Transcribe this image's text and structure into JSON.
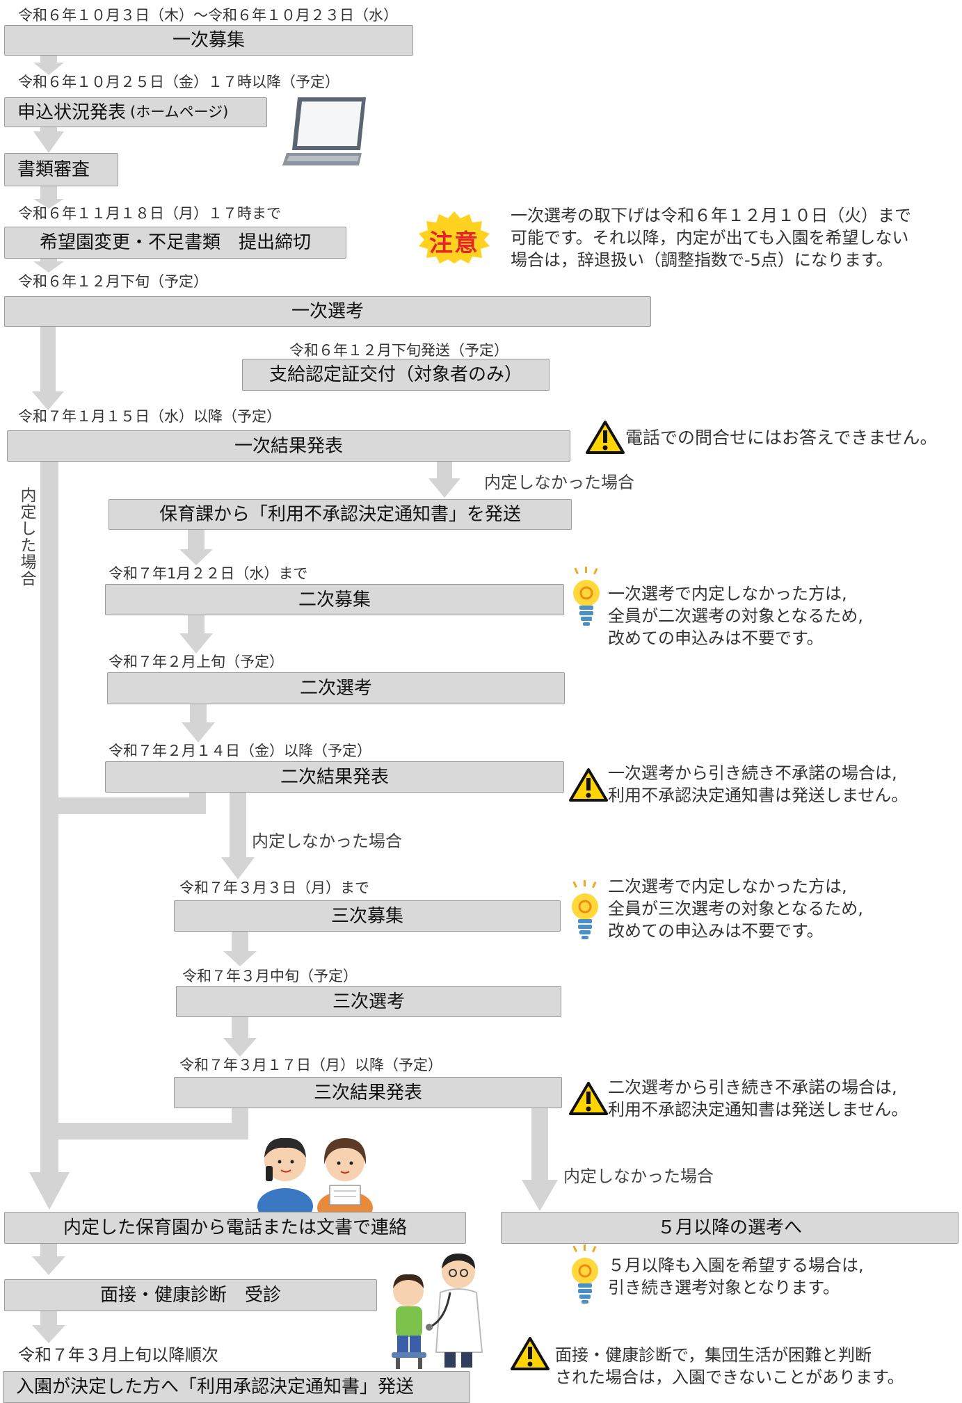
{
  "step1": {
    "date": "令和６年１０月３日（木）～令和６年１０月２３日（水）",
    "label": "一次募集"
  },
  "step2": {
    "date": "令和６年１０月２５日（金）１７時以降（予定）",
    "label": "申込状況発表",
    "sub": "(ホームページ)"
  },
  "step3": {
    "label": "書類審査"
  },
  "step4": {
    "date": "令和６年１１月１８日（月）１７時まで",
    "label": "希望園変更・不足書類　提出締切"
  },
  "caution": {
    "badge": "注意",
    "lines": [
      " 一次選考の取下げは令和６年１２月１０日（火）まで",
      "可能です。それ以降，内定が出ても入園を希望しない",
      "場合は，辞退扱い（調整指数で-5点）になります。"
    ]
  },
  "step5": {
    "date": "令和６年１２月下旬（予定）",
    "label": "一次選考"
  },
  "cert": {
    "date": "令和６年１２月下旬発送（予定）",
    "label": "支給認定証交付（対象者のみ）"
  },
  "step6": {
    "date": "令和７年１月１５日（水）以降（予定）",
    "label": "一次結果発表",
    "warning": "電話での問合せにはお答えできません。"
  },
  "not_selected_1": "内定しなかった場合",
  "selected_label": "内定した場合",
  "notice": {
    "label": "保育課から「利用不承認決定通知書」を発送"
  },
  "step7": {
    "date": "令和７年1月２２日（水）まで",
    "label": "二次募集",
    "tip": [
      "一次選考で内定しなかった方は,",
      "全員が二次選考の対象となるため,",
      "改めての申込みは不要です。"
    ]
  },
  "step8": {
    "date": "令和７年２月上旬（予定）",
    "label": "二次選考"
  },
  "step9": {
    "date": "令和７年２月１４日（金）以降（予定）",
    "label": "二次結果発表",
    "warning": [
      "一次選考から引き続き不承諾の場合は,",
      "利用不承認決定通知書は発送しません。"
    ]
  },
  "not_selected_2": "内定しなかった場合",
  "step10": {
    "date": "令和７年３月３日（月）まで",
    "label": "三次募集",
    "tip": [
      "二次選考で内定しなかった方は,",
      "全員が三次選考の対象となるため,",
      "改めての申込みは不要です。"
    ]
  },
  "step11": {
    "date": "令和７年３月中旬（予定）",
    "label": "三次選考"
  },
  "step12": {
    "date": "令和７年３月１７日（月）以降（予定）",
    "label": "三次結果発表",
    "warning": [
      "二次選考から引き続き不承諾の場合は,",
      "利用不承認決定通知書は発送しません。"
    ]
  },
  "not_selected_3": "内定しなかった場合",
  "contact": {
    "label": "内定した保育園から電話または文書で連絡"
  },
  "may": {
    "label": "５月以降の選考へ",
    "tip": [
      "５月以降も入園を希望する場合は,",
      "引き続き選考対象となります。"
    ]
  },
  "interview": {
    "label": "面接・健康診断　受診"
  },
  "interview_warning": [
    "面接・健康診断で，集団生活が困難と判断",
    "された場合は，入園できないことがあります。"
  ],
  "final": {
    "date": "令和７年３月上旬以降順次",
    "label": "入園が決定した方へ「利用承認決定通知書」発送"
  },
  "colors": {
    "box": "#d9d9d9",
    "border": "#9a9a9a",
    "arrow": "#d4d4d4",
    "warning": "#ffd400",
    "badge_red": "#e5232a",
    "badge_yellow": "#ffd21f"
  }
}
